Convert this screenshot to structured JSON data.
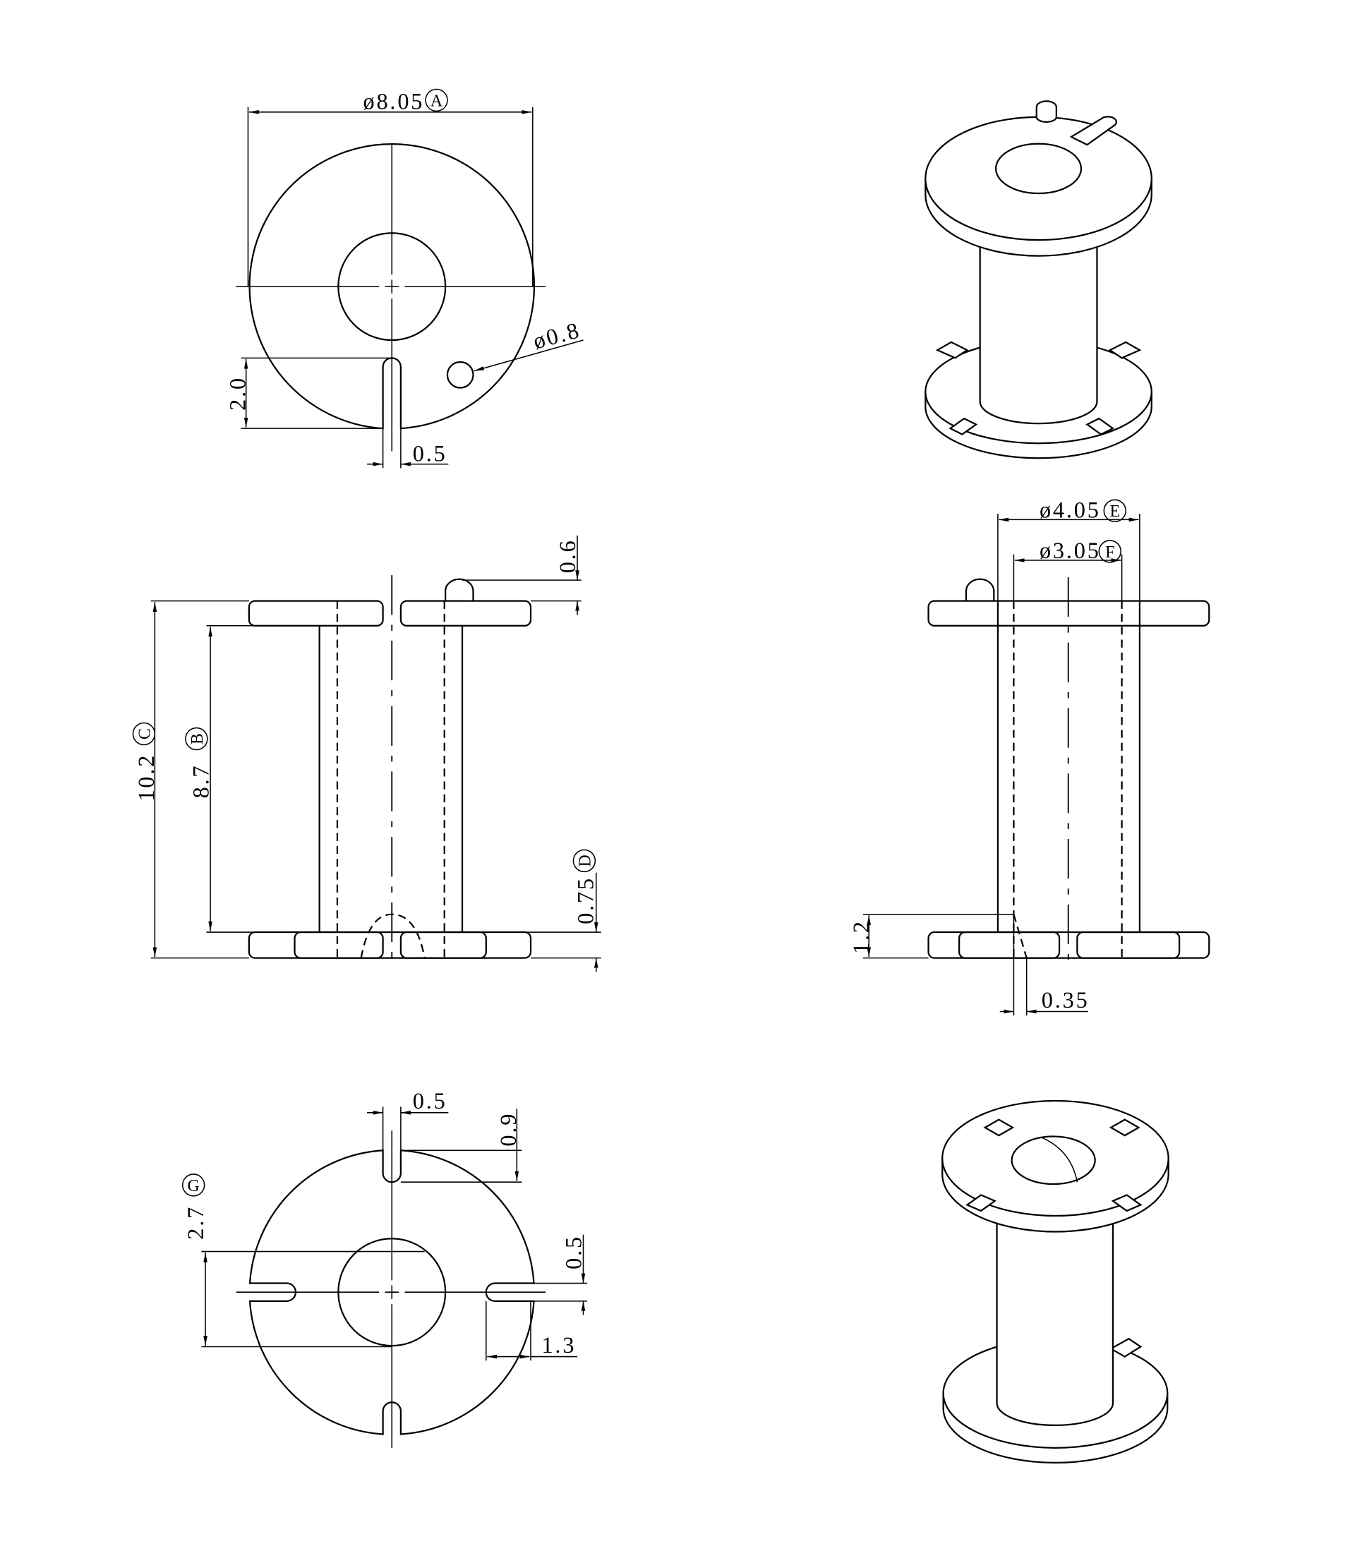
{
  "drawing": {
    "top_view": {
      "outer_diameter": "ø8.05",
      "outer_diameter_ref": "A",
      "hole_diameter": "ø0.8",
      "slot_depth": "2.0",
      "slot_width": "0.5"
    },
    "front_view": {
      "pin_height": "0.6",
      "overall_height": "10.2",
      "overall_height_ref": "C",
      "winding_height": "8.7",
      "winding_height_ref": "B",
      "flange_thickness": "0.75",
      "flange_thickness_ref": "D"
    },
    "side_view": {
      "tube_outer_diameter": "ø4.05",
      "tube_outer_diameter_ref": "E",
      "tube_inner_diameter": "ø3.05",
      "tube_inner_diameter_ref": "F",
      "chamfer_height": "1.2",
      "chamfer_width": "0.35"
    },
    "bottom_view": {
      "slot_width_top": "0.5",
      "slot_depth_top": "0.9",
      "slot_span": "2.7",
      "slot_span_ref": "G",
      "slot_width_side": "0.5",
      "slot_depth_side": "1.3"
    }
  }
}
